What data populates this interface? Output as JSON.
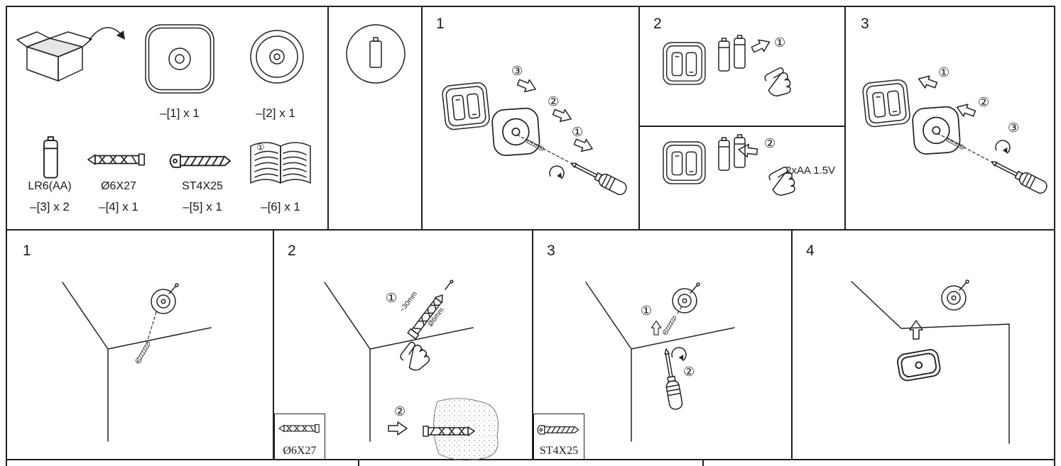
{
  "doc": {
    "type": "assembly-instructions",
    "ink": "#1f1f1f",
    "paper": "#ffffff"
  },
  "parts": {
    "part1": {
      "qty": "–[1] x 1"
    },
    "part2": {
      "qty": "–[2] x 1"
    },
    "part3": {
      "name": "LR6(AA)",
      "qty": "–[3] x 2"
    },
    "part4": {
      "name": "Ø6X27",
      "qty": "–[4] x 1"
    },
    "part5": {
      "name": "ST4X25",
      "qty": "–[5] x 1"
    },
    "part6": {
      "qty": "–[6] x 1",
      "page_mark": "①"
    }
  },
  "steps_top": {
    "s1": {
      "num": "1",
      "n1": "①",
      "n2": "②",
      "n3": "③"
    },
    "s2": {
      "num": "2",
      "n1": "①",
      "n2": "②",
      "battery": "2xAA 1.5V"
    },
    "s3": {
      "num": "3",
      "n1": "①",
      "n2": "②",
      "n3": "③"
    }
  },
  "steps_bottom": {
    "s1": {
      "num": "1"
    },
    "s2": {
      "num": "2",
      "n1": "①",
      "n2": "②",
      "dim_len": "~30mm",
      "dim_dia": "Ø6mm",
      "inset": "Ø6X27"
    },
    "s3": {
      "num": "3",
      "n1": "①",
      "n2": "②",
      "inset": "ST4X25"
    },
    "s4": {
      "num": "4"
    }
  }
}
